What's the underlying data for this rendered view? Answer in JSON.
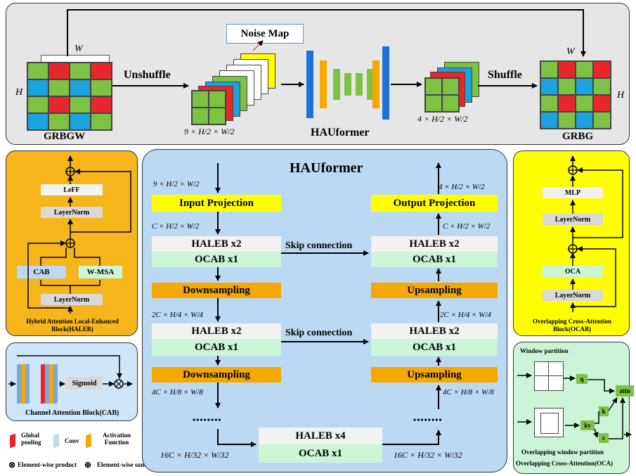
{
  "top": {
    "noise_map": "Noise Map",
    "input_label": "GRBGW",
    "output_label": "GRBG",
    "unshuffle": "Unshuffle",
    "shuffle": "Shuffle",
    "model": "HAUformer",
    "dim_in": "9 × H/2 × W/2",
    "dim_out": "4 × H/2 × W/2",
    "W": "W",
    "H": "H"
  },
  "haleb": {
    "leff": "LeFF",
    "layernorm_top": "LayerNorm",
    "cab": "CAB",
    "wmsa": "W-MSA",
    "layernorm_bottom": "LayerNorm",
    "caption": "Hybrid Attention Local-Enhanced Block(HALEB)"
  },
  "cab_panel": {
    "sigmoid": "Sigmoid",
    "caption": "Channel Attention Block(CAB)"
  },
  "legend": {
    "global_pooling": "Global pooling",
    "conv": "Conv",
    "activation": "Activation Function",
    "product": "Element-wise product",
    "sum": "Element-wise sum"
  },
  "center": {
    "title": "HAUformer",
    "input_projection": "Input Projection",
    "output_projection": "Output Projection",
    "haleb_x2": "HALEB x2",
    "ocab_x1": "OCAB x1",
    "haleb_x4": "HALEB x4",
    "downsampling": "Downsampling",
    "upsampling": "Upsampling",
    "skip": "Skip connection",
    "dots": "••••••••",
    "d_in": "9 × H/2 × W/2",
    "d_c": "C × H/2 × W/2",
    "d_2c": "2C × H/4 × W/4",
    "d_4c": "4C × H/8 × W/8",
    "d_16c": "16C × H/32 × W/32",
    "d_out": "4 × H/2 × W/2"
  },
  "ocab": {
    "mlp": "MLP",
    "layernorm_top": "LayerNorm",
    "oca": "OCA",
    "layernorm_bottom": "LayerNorm",
    "caption": "Overlapping Cross-Attention Block(OCAB)"
  },
  "window": {
    "title": "Window partition",
    "q": "q",
    "k": "k",
    "kv": "kv",
    "v": "v",
    "attn": "attn",
    "overlap": "Overlapping window partition",
    "caption": "Overlapping Cross-Attention(OCA)"
  },
  "colors": {
    "green": "#7dc243",
    "red": "#e8262b",
    "blue": "#1ba3e0",
    "orange": "#f5a800",
    "yellow": "#ffff00",
    "light_blue": "#bcd9f3",
    "mint": "#ccf5d8"
  }
}
